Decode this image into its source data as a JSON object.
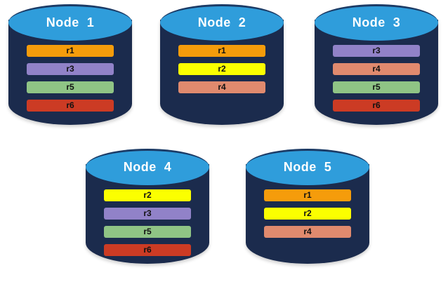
{
  "diagram": {
    "type": "node-replica-placement",
    "background_color": "#ffffff",
    "palette": {
      "cylinder_body": "#1b2b4d",
      "cylinder_top": "#2f9ddb",
      "cylinder_top_rim": "#1b3b66",
      "label_text": "#ffffff",
      "replica_text": "#111111"
    },
    "replica_colors": {
      "r1": "#f59c0b",
      "r2": "#fbff00",
      "r3": "#9182c8",
      "r4": "#e08a6e",
      "r5": "#8fc485",
      "r6": "#cc3b24"
    },
    "nodes": [
      {
        "id": "node-1",
        "label": "Node  1",
        "replicas": [
          {
            "label": "r1",
            "color": "#f59c0b"
          },
          {
            "label": "r3",
            "color": "#9182c8"
          },
          {
            "label": "r5",
            "color": "#8fc485"
          },
          {
            "label": "r6",
            "color": "#cc3b24"
          }
        ]
      },
      {
        "id": "node-2",
        "label": "Node  2",
        "replicas": [
          {
            "label": "r1",
            "color": "#f59c0b"
          },
          {
            "label": "r2",
            "color": "#fbff00"
          },
          {
            "label": "r4",
            "color": "#e08a6e"
          }
        ]
      },
      {
        "id": "node-3",
        "label": "Node  3",
        "replicas": [
          {
            "label": "r3",
            "color": "#9182c8"
          },
          {
            "label": "r4",
            "color": "#e08a6e"
          },
          {
            "label": "r5",
            "color": "#8fc485"
          },
          {
            "label": "r6",
            "color": "#cc3b24"
          }
        ]
      },
      {
        "id": "node-4",
        "label": "Node  4",
        "replicas": [
          {
            "label": "r2",
            "color": "#fbff00"
          },
          {
            "label": "r3",
            "color": "#9182c8"
          },
          {
            "label": "r5",
            "color": "#8fc485"
          },
          {
            "label": "r6",
            "color": "#cc3b24"
          }
        ]
      },
      {
        "id": "node-5",
        "label": "Node  5",
        "replicas": [
          {
            "label": "r1",
            "color": "#f59c0b"
          },
          {
            "label": "r2",
            "color": "#fbff00"
          },
          {
            "label": "r4",
            "color": "#e08a6e"
          }
        ]
      }
    ]
  }
}
